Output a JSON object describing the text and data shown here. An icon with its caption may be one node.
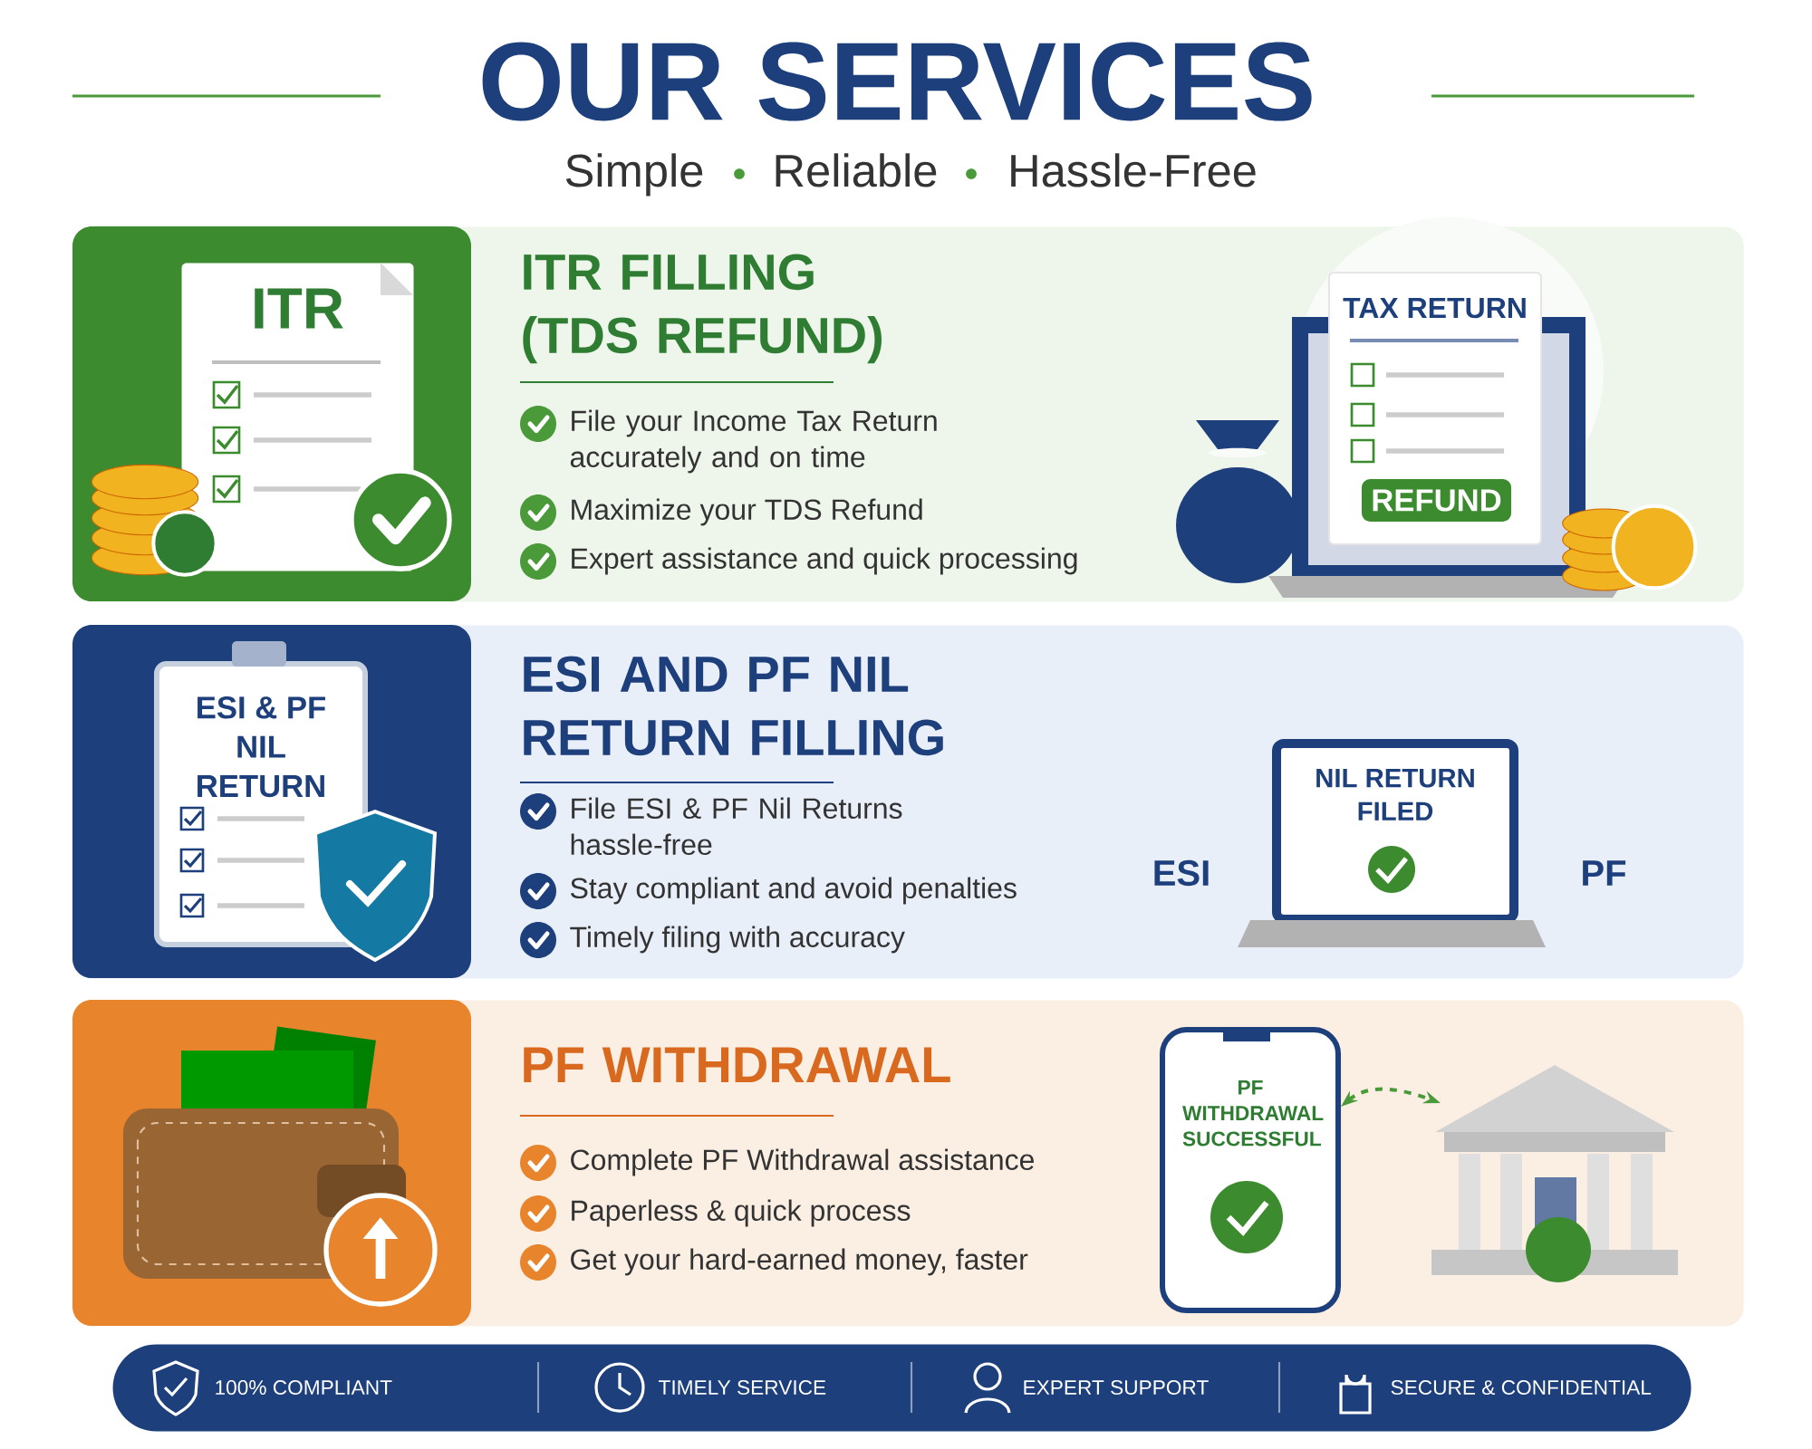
{
  "diagram": {
    "title": "OUR SERVICES",
    "nodes": [
      {
        "text": [
          "ITR FILLING (TDS REFUND)",
          "File your Income Tax Return accurately and on time",
          "Maximize your TDS Refund",
          "Expert assistance and quick processing"
        ]
      },
      {
        "text": [
          "ITR"
        ],
        "in": 0
      },
      {
        "text": [
          "TAX RETURN"
        ],
        "in": 0
      },
      {
        "text": [
          "REFUND"
        ],
        "in": 2
      },
      {
        "text": [
          "ESI AND PF NIL RETURN FILLING",
          "File ESI & PF Nil Returns hassle-free",
          "Stay compliant and avoid penalties",
          "Timely filing with accuracy"
        ]
      },
      {
        "text": [
          "ESI & PF NIL RETURN"
        ],
        "in": 4
      },
      {
        "text": [
          "NIL RETURN FILED"
        ],
        "in": 4
      },
      {
        "text": [
          "PF WITHDRAWAL",
          "Complete PF Withdrawal assistance",
          "Paperless & quick process",
          "Get your hard-earned money, faster"
        ]
      },
      {
        "text": [
          "PF WITHDRAWAL SUCCESSFUL"
        ],
        "in": 7
      },
      {
        "text": [],
        "shape": "picture",
        "in": 7
      },
      {
        "text": [
          "100% COMPLIANT",
          "TIMELY SERVICE",
          "EXPERT SUPPORT",
          "SECURE & CONFIDENTIAL"
        ]
      }
    ],
    "edges": [
      {
        "from": 8,
        "to": 9,
        "arrow": "both",
        "style": "dashed"
      }
    ],
    "labels": [
      "Simple",
      "Reliable",
      "Hassle-Free",
      "ESI",
      "PF"
    ]
  }
}
